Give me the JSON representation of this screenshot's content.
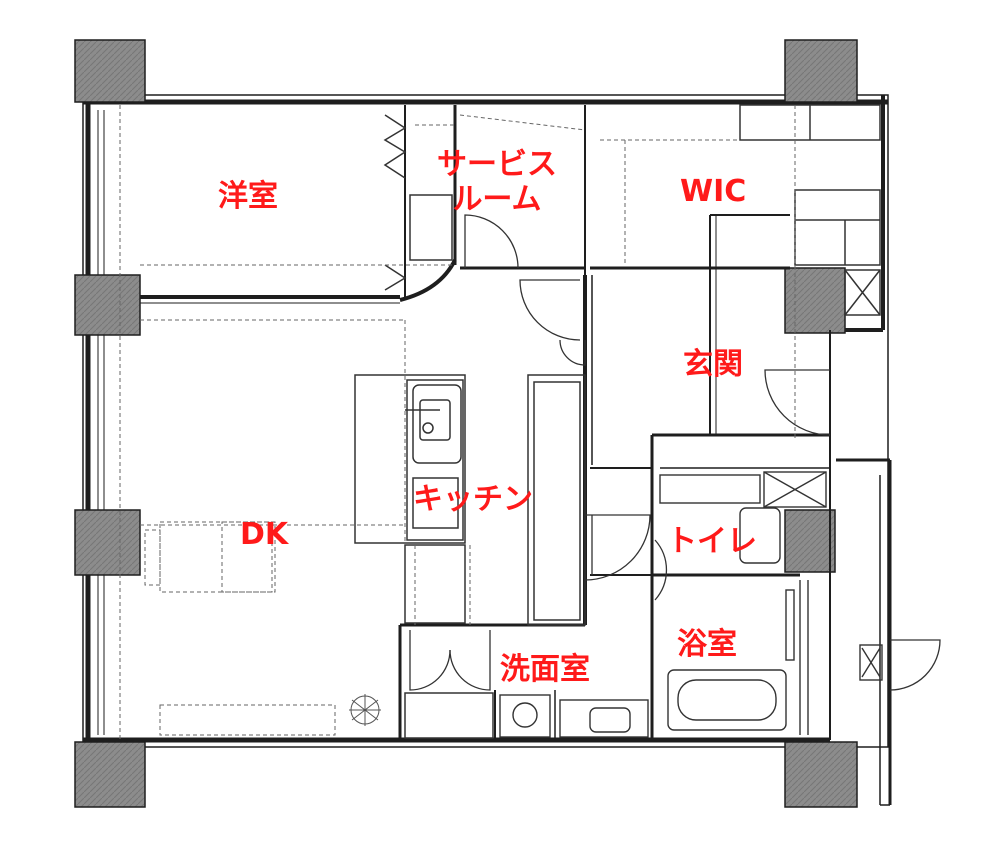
{
  "rooms": {
    "western_room": "洋室",
    "service_room_line1": "サービス",
    "service_room_line2": "ルーム",
    "wic": "WIC",
    "entrance": "玄関",
    "kitchen": "キッチン",
    "dk": "DK",
    "toilet": "トイレ",
    "bathroom": "浴室",
    "washroom": "洗面室"
  },
  "colors": {
    "label": "#ff1a1a",
    "wall": "#1e1e1e",
    "column_fill": "#8c8c8c",
    "fixture": "#555555"
  }
}
